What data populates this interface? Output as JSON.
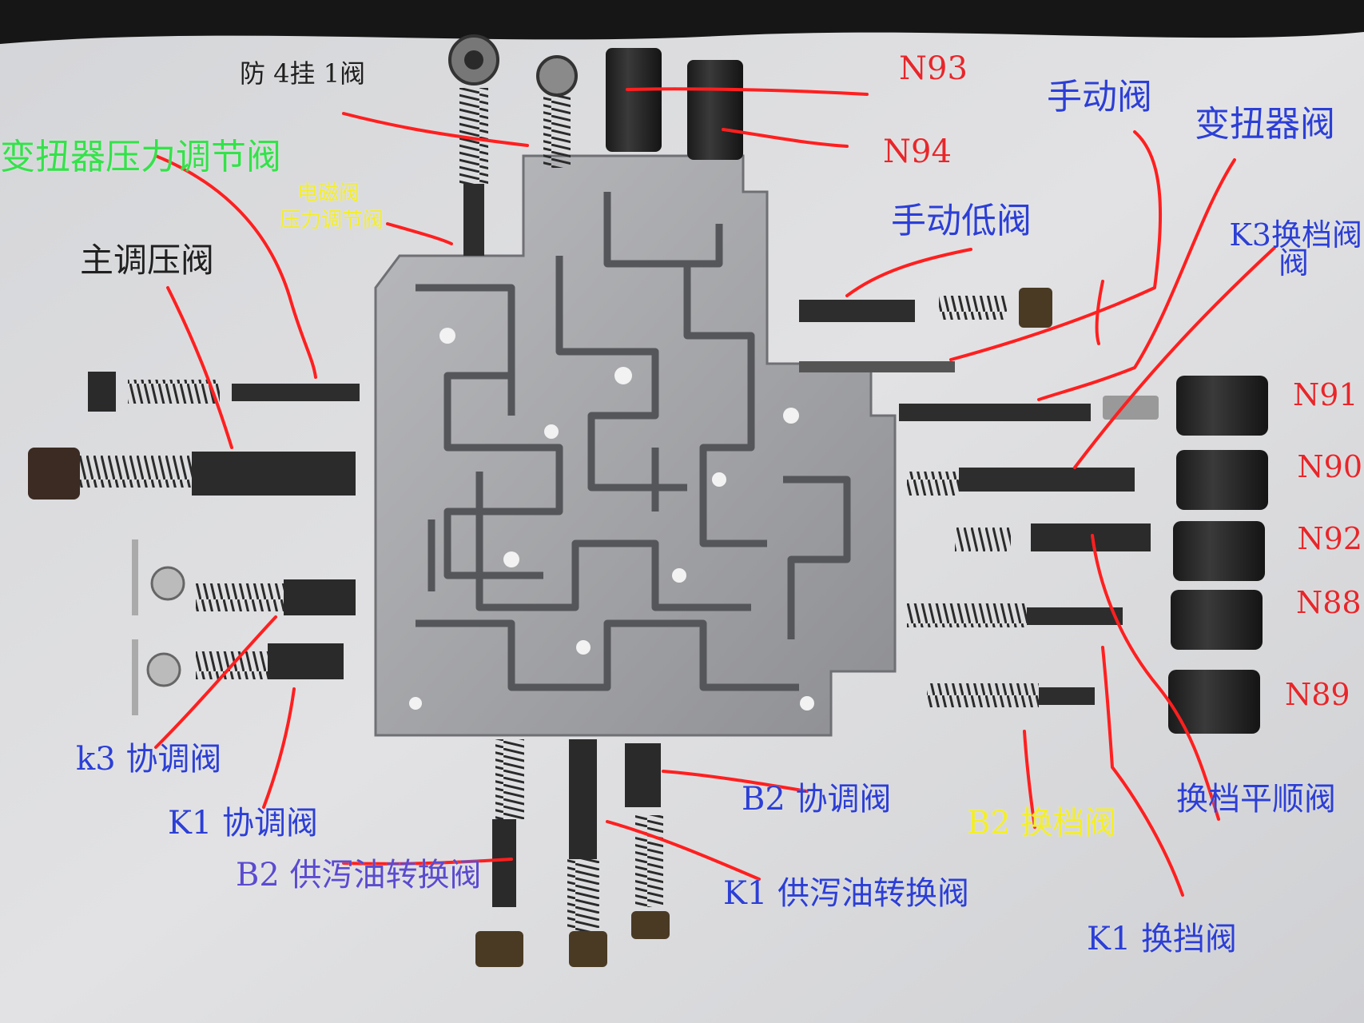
{
  "colors": {
    "red": "#e8262a",
    "blue": "#2c3fd6",
    "green": "#34e24a",
    "yellow": "#f3ee2b",
    "black": "#202020",
    "purple": "#5a4bd0",
    "callout_line": "#ff1f1f",
    "valve_body": "#a9aaad",
    "cloth": "#dcdcde"
  },
  "labels": {
    "fang_4_gua_1": "防 4挂 1阀",
    "n93": "N93",
    "n94": "N94",
    "manual_valve": "手动阀",
    "torque_converter_valve": "变扭器阀",
    "tc_pressure_valve": "变扭器压力调节阀",
    "solenoid_pressure_1": "电磁阀",
    "solenoid_pressure_2": "压力调节阀",
    "manual_low_valve": "手动低阀",
    "k3_shift_1": "K3换档阀",
    "k3_shift_2": "阀",
    "main_regulator": "主调压阀",
    "n91": "N91",
    "n90": "N90",
    "n92": "N92",
    "n88": "N88",
    "n89": "N89",
    "k3_coord": "k3 协调阀",
    "k1_coord": "K1 协调阀",
    "b2_coord": "B2 协调阀",
    "b2_shift": "B2 换档阀",
    "shift_smooth": "换档平顺阀",
    "b2_supply_drain": "B2 供泻油转换阀",
    "k1_supply_drain": "K1 供泻油转换阀",
    "k1_shift": "K1 换挡阀"
  }
}
